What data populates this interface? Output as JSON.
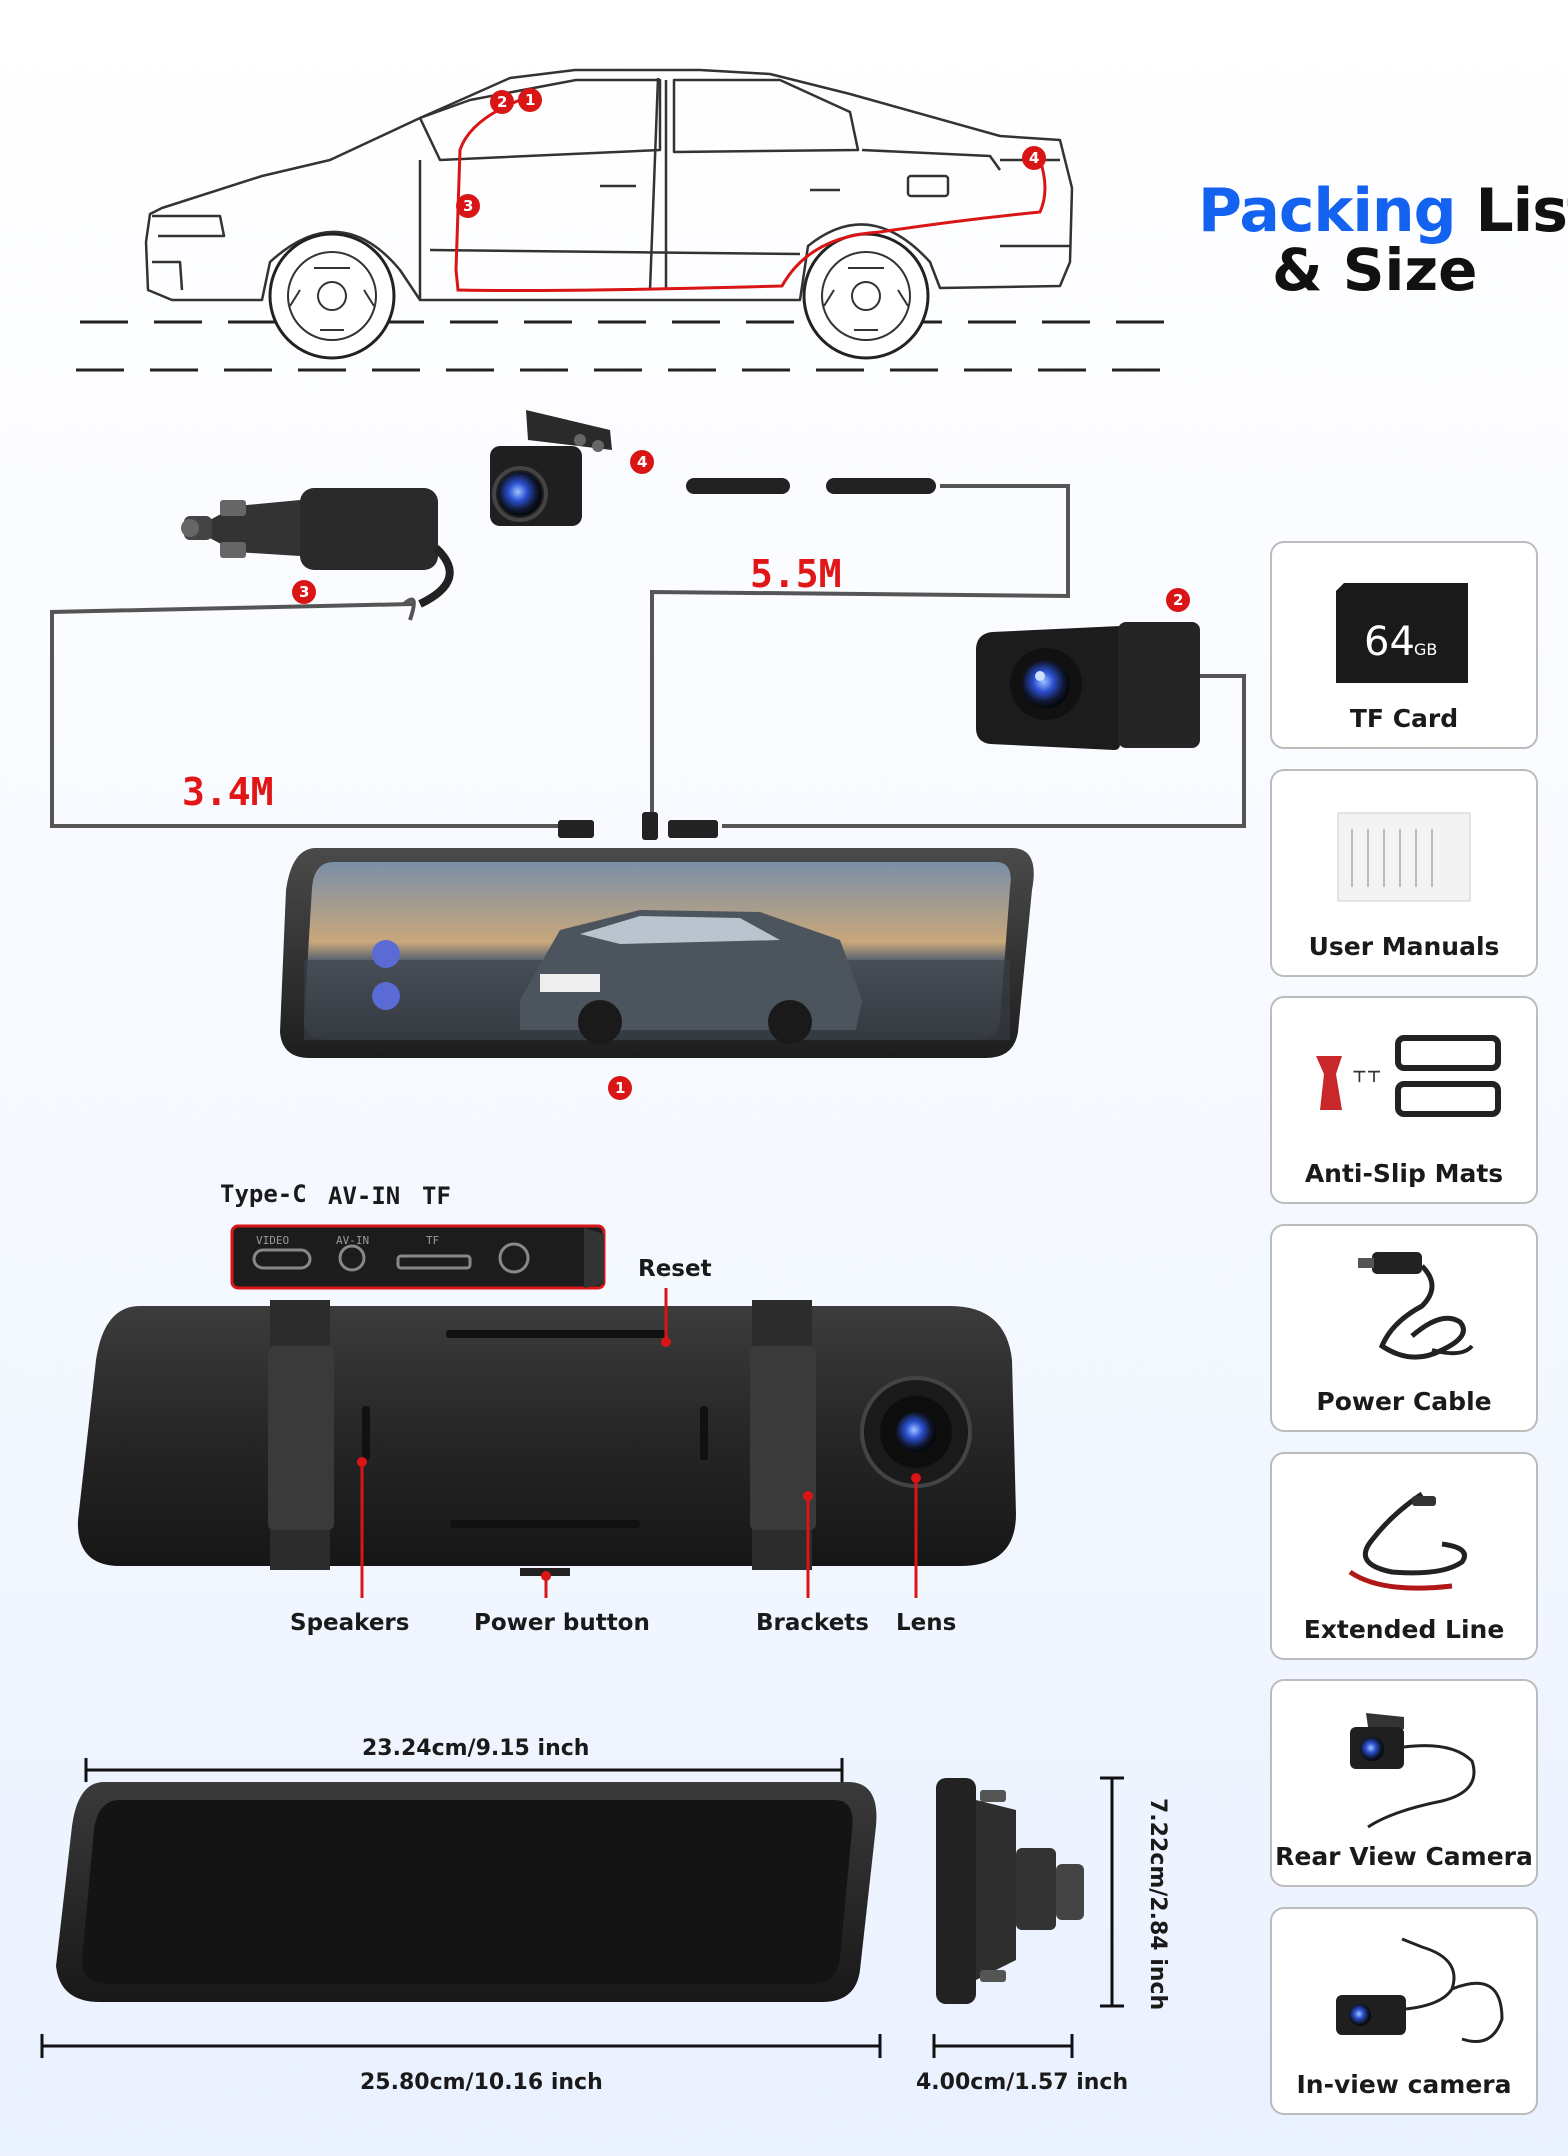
{
  "title": {
    "highlight": "Packing",
    "rest": "List",
    "line2": "& Size"
  },
  "installation": {
    "markers": [
      "1",
      "2",
      "3",
      "4"
    ],
    "lengths": [
      "5.5M",
      "3.4M"
    ]
  },
  "ports": [
    "Type-C",
    "AV-IN",
    "TF"
  ],
  "port_panel_marks": [
    "VIDEO",
    "AV-IN",
    "TF"
  ],
  "sd_capacity": {
    "value": "64",
    "unit": "GB"
  },
  "rear_parts": {
    "reset": "Reset",
    "speakers": "Speakers",
    "power_button": "Power button",
    "brackets": "Brackets",
    "lens": "Lens"
  },
  "dimensions": {
    "top_width": "23.24cm/9.15 inch",
    "bottom_width": "25.80cm/10.16 inch",
    "height": "7.22cm/2.84 inch",
    "depth": "4.00cm/1.57 inch"
  },
  "packing_list": [
    {
      "label": "TF Card",
      "icon": "tf-card-icon"
    },
    {
      "label": "User Manuals",
      "icon": "manual-icon"
    },
    {
      "label": "Anti-Slip Mats",
      "icon": "anti-slip-mat-icon"
    },
    {
      "label": "Power Cable",
      "icon": "power-cable-icon"
    },
    {
      "label": "Extended Line",
      "icon": "extended-line-icon"
    },
    {
      "label": "Rear View Camera",
      "icon": "rear-camera-icon"
    },
    {
      "label": "In-view camera",
      "icon": "in-view-camera-icon"
    }
  ],
  "colors": {
    "accent_blue": "#1463f0",
    "accent_red": "#e21616",
    "device_dark": "#2a2a2a"
  }
}
